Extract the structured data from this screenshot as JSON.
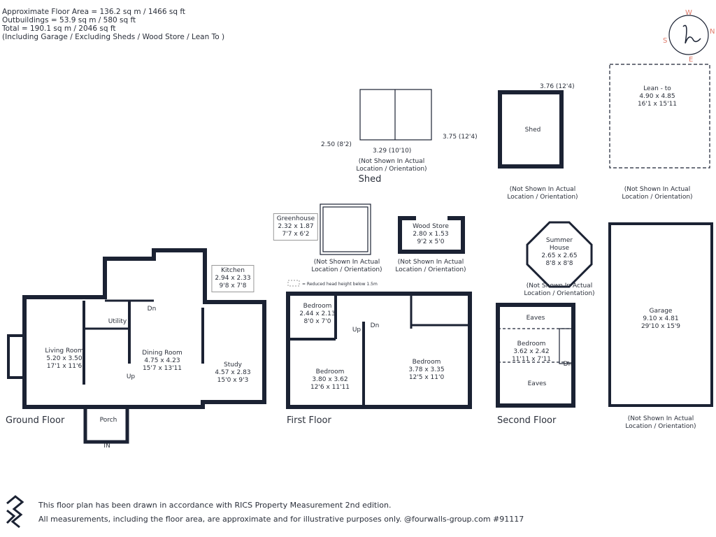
{
  "header": {
    "lines": [
      "Approximate Floor Area = 136.2 sq m / 1466 sq ft",
      "Outbuildings = 53.9 sq m / 580 sq ft",
      "Total = 190.1 sq m / 2046 sq ft",
      "(Including Garage / Excluding Sheds / Wood Store / Lean To )"
    ]
  },
  "compass": {
    "w": "W",
    "n": "N",
    "s": "S",
    "e": "E",
    "logo": "h",
    "color": "#e07a6a"
  },
  "floors": {
    "ground": "Ground Floor",
    "first": "First Floor",
    "second": "Second Floor"
  },
  "rooms": {
    "living": {
      "name": "Living Room",
      "m": "5.20 x 3.50",
      "ft": "17'1 x 11'6"
    },
    "dining": {
      "name": "Dining Room",
      "m": "4.75 x 4.23",
      "ft": "15'7 x 13'11"
    },
    "kitchen": {
      "name": "Kitchen",
      "m": "2.94 x 2.33",
      "ft": "9'8 x 7'8"
    },
    "study": {
      "name": "Study",
      "m": "4.57 x 2.83",
      "ft": "15'0 x 9'3"
    },
    "utility": {
      "name": "Utility"
    },
    "porch": {
      "name": "Porch"
    },
    "bed1": {
      "name": "Bedroom",
      "m": "2.44 x 2.13",
      "ft": "8'0 x 7'0"
    },
    "bed2": {
      "name": "Bedroom",
      "m": "3.80 x 3.62",
      "ft": "12'6 x 11'11"
    },
    "bed3": {
      "name": "Bedroom",
      "m": "3.78 x 3.35",
      "ft": "12'5 x 11'0"
    },
    "bed4": {
      "name": "Bedroom",
      "m": "3.62 x 2.42",
      "ft": "11'11 x 7'11"
    },
    "eaves": "Eaves",
    "greenhouse": {
      "name": "Greenhouse",
      "m": "2.32 x 1.87",
      "ft": "7'7 x 6'2"
    },
    "woodstore": {
      "name": "Wood Store",
      "m": "2.80 x 1.53",
      "ft": "9'2 x 5'0"
    },
    "summer": {
      "name1": "Summer",
      "name2": "House",
      "m": "2.65 x 2.65",
      "ft": "8'8 x 8'8"
    },
    "garage": {
      "name": "Garage",
      "m": "9.10 x 4.81",
      "ft": "29'10 x 15'9"
    },
    "leanto": {
      "name": "Lean - to",
      "m": "4.90 x 4.85",
      "ft": "16'1 x 15'11"
    },
    "shed2": {
      "name": "Shed",
      "dim": "3.76 (12'4)"
    },
    "shed1": {
      "name": "Shed",
      "d1": "2.50 (8'2)",
      "d2": "3.29 (10'10)",
      "d3": "3.75 (12'4)"
    }
  },
  "labels": {
    "up": "Up",
    "dn": "Dn",
    "in": "IN",
    "note1": "(Not Shown In Actual",
    "note2": "Location / Orientation)",
    "legend": "= Reduced head height below 1.5m"
  },
  "footer": {
    "line1": "This floor plan has been drawn in accordance with RICS Property Measurement 2nd edition.",
    "line2": "All measurements, including the floor area, are approximate and for illustrative purposes only. @fourwalls-group.com #91117"
  }
}
